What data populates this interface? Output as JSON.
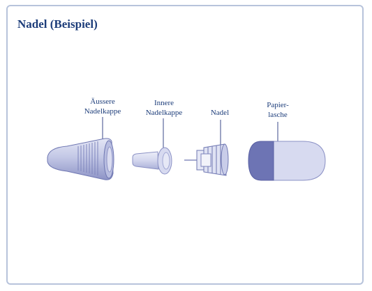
{
  "title": "Nadel (Beispiel)",
  "labels": {
    "outer_cap": [
      "Äussere",
      "Nadelkappe"
    ],
    "inner_cap": [
      "Innere",
      "Nadelkappe"
    ],
    "needle": [
      "Nadel"
    ],
    "paper_tab": [
      "Papier-",
      "lasche"
    ]
  },
  "colors": {
    "frame_border": "#b7c3db",
    "title_text": "#1d3d7a",
    "part_fill": "#c9cde9",
    "part_stroke": "#6f77b2",
    "tab_dark": "#6d74b4",
    "tab_light": "#d7daf0"
  }
}
